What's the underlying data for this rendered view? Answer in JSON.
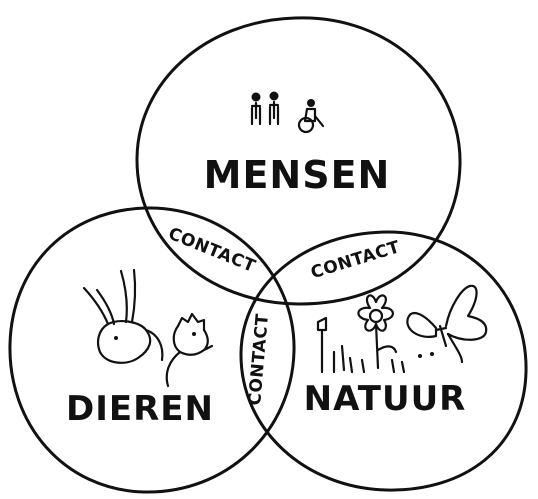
{
  "sets": {
    "top": "MENSEN",
    "left": "DIEREN",
    "right": "NATUUR"
  },
  "intersections": {
    "top_left": "CONTACT",
    "top_right": "CONTACT",
    "left_right": "CONTACT"
  },
  "icons": {
    "top": "people-icon",
    "left": "animals-icon",
    "right": "nature-icon"
  },
  "colors": {
    "ink": "#111111",
    "background": "#ffffff"
  }
}
